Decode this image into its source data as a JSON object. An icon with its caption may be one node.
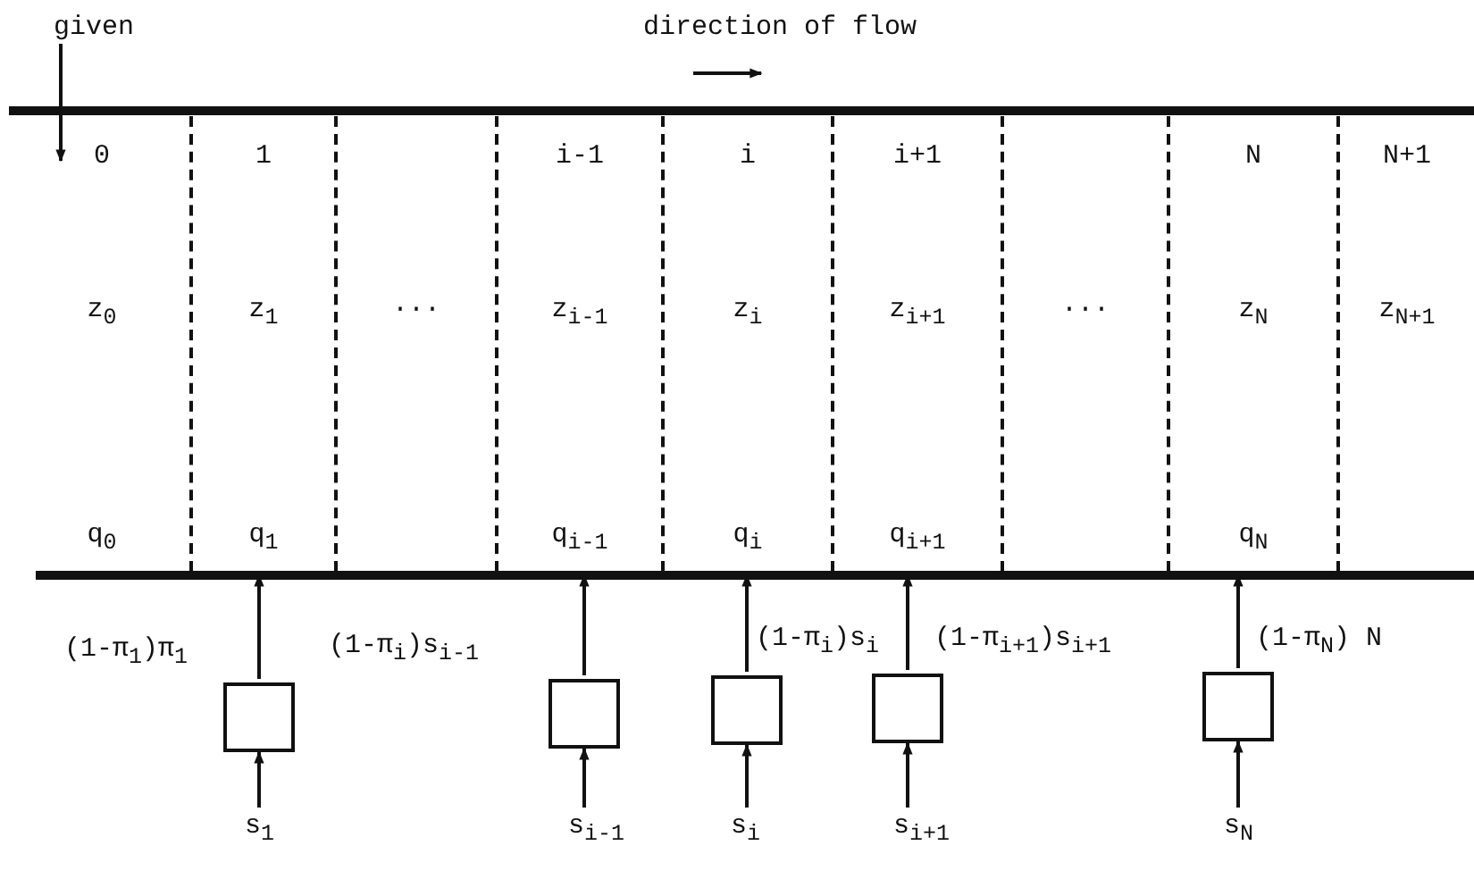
{
  "diagram": {
    "nodes": [
      {
        "text": [
          "0",
          "z$_{0}$",
          "q$_{0}$"
        ]
      },
      {
        "text": [
          "1",
          "z$_{1}$",
          "q$_{1}$"
        ]
      },
      {
        "text": [
          "···"
        ]
      },
      {
        "text": [
          "i-1",
          "z$_{i-1}$",
          "q$_{i-1}$"
        ]
      },
      {
        "text": [
          "i",
          "z$_{i}$",
          "q$_{i}$"
        ]
      },
      {
        "text": [
          "i+1",
          "z$_{i+1}$",
          "q$_{i+1}$"
        ]
      },
      {
        "text": [
          "···"
        ]
      },
      {
        "text": [
          "N",
          "z$_{N}$",
          "q$_{N}$"
        ]
      },
      {
        "text": [
          "N+1",
          "z$_{N+1}$"
        ]
      },
      {
        "text": [],
        "shape": "box"
      },
      {
        "text": [],
        "shape": "box"
      },
      {
        "text": [],
        "shape": "box"
      },
      {
        "text": [],
        "shape": "box"
      },
      {
        "text": [],
        "shape": "box"
      },
      {
        "text": [
          "s$_{1}$"
        ]
      },
      {
        "text": [
          "s$_{i-1}$"
        ]
      },
      {
        "text": [
          "s$_{i}$"
        ]
      },
      {
        "text": [
          "s$_{i+1}$"
        ]
      },
      {
        "text": [
          "s$_{N}$"
        ]
      },
      {
        "text": [
          "given"
        ]
      }
    ],
    "edges": [
      {
        "from": 19,
        "to": 0,
        "arrow": "to"
      },
      {
        "from": 14,
        "to": 9,
        "arrow": "to"
      },
      {
        "from": 9,
        "to": 1,
        "arrow": "to",
        "label": "(1-π$_{1}$)π$_{1}$"
      },
      {
        "from": 15,
        "to": 10,
        "arrow": "to"
      },
      {
        "from": 10,
        "to": 3,
        "arrow": "to",
        "label": "(1-π$_{i}$)s$_{i-1}$"
      },
      {
        "from": 16,
        "to": 11,
        "arrow": "to"
      },
      {
        "from": 11,
        "to": 4,
        "arrow": "to",
        "label": "(1-π$_{i}$)s$_{i}$"
      },
      {
        "from": 17,
        "to": 12,
        "arrow": "to"
      },
      {
        "from": 12,
        "to": 5,
        "arrow": "to",
        "label": "(1-π$_{i+1}$)s$_{i+1}$"
      },
      {
        "from": 18,
        "to": 13,
        "arrow": "to"
      },
      {
        "from": 13,
        "to": 7,
        "arrow": "to",
        "label": "(1-π$_{N}$) N"
      }
    ],
    "labels": [
      "direction of flow"
    ]
  }
}
